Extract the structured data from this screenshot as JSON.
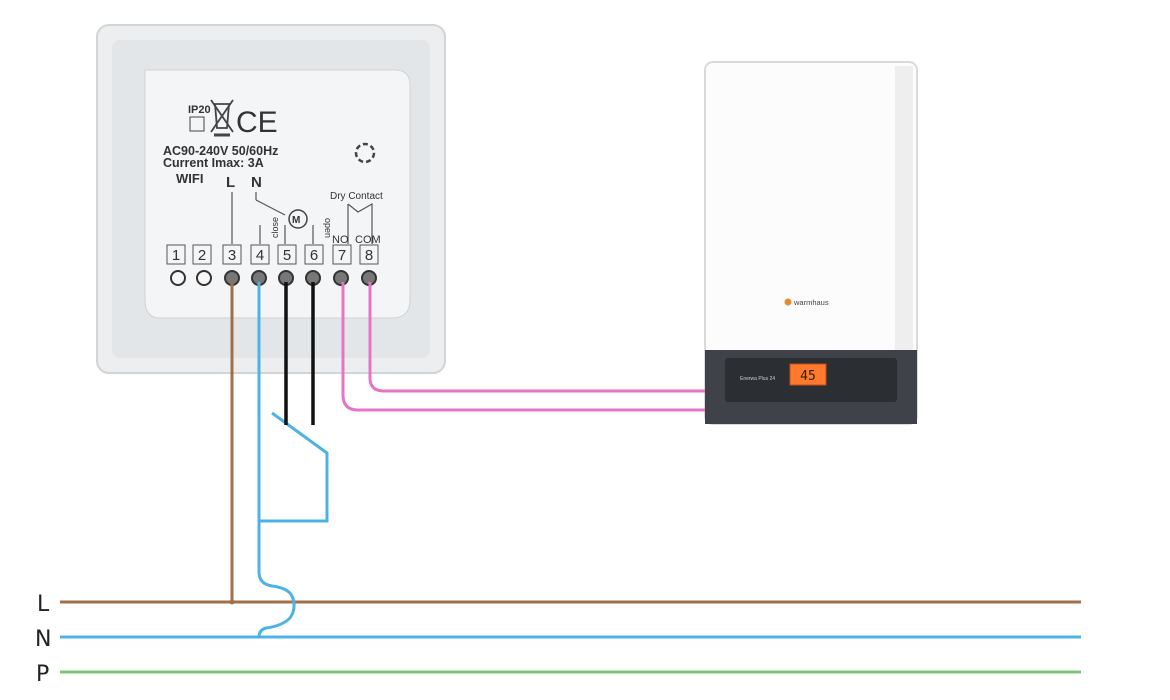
{
  "thermostat": {
    "ip_rating": "IP20",
    "ce_mark": "CE",
    "voltage": "AC90-240V  50/60Hz",
    "current": "Current  Imax: 3A",
    "wifi": "WIFI",
    "l_label": "L",
    "n_label": "N",
    "close_label": "close",
    "open_label": "open",
    "motor_label": "M",
    "dry_contact": "Dry Contact",
    "no_label": "NO",
    "com_label": "COM",
    "terminals": [
      "1",
      "2",
      "3",
      "4",
      "5",
      "6",
      "7",
      "8"
    ]
  },
  "boiler": {
    "brand": "warmhaus",
    "model": "Enerwa Plus 24",
    "display_text": "45"
  },
  "bus_lines": {
    "l": "L",
    "n": "N",
    "p": "P"
  },
  "colors": {
    "live": "#a0704a",
    "neutral": "#4db3e6",
    "protective": "#7cc576",
    "contact": "#e675c8",
    "valve": "#111111"
  }
}
